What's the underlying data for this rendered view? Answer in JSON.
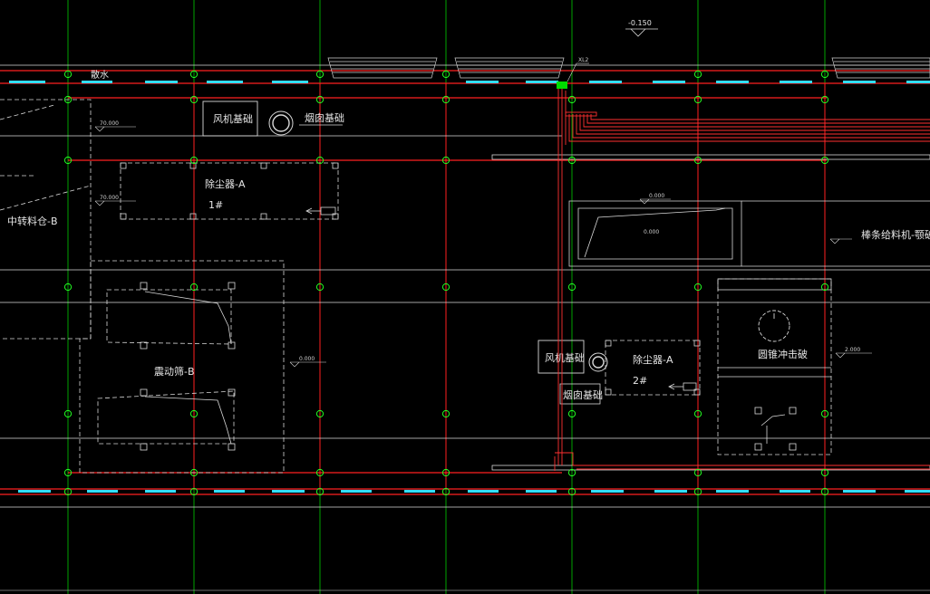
{
  "drawing": {
    "colors": {
      "background": "#000000",
      "grid_axis": "#00cc00",
      "wall": "#ff2020",
      "outline": "#d8d8d8",
      "window": "#33ddff",
      "duct": "#ff3030",
      "text": "#e6e6e6"
    },
    "labels": {
      "elevation": "-0.150",
      "drain": "散水",
      "fan_base_1": "风机基础",
      "chimney_base_1": "烟囱基础",
      "dust_collector_1": "除尘器-A",
      "dust_collector_1_no": "1#",
      "silo_b": "中转料仓-B",
      "vibrating_screen_b": "震动筛-B",
      "fan_base_2": "风机基础",
      "chimney_base_2": "烟囱基础",
      "dust_collector_2": "除尘器-A",
      "dust_collector_2_no": "2#",
      "feeder_crusher": "棒条给料机-颚破",
      "cone_crusher": "圆锥冲击破",
      "riser_tag": "XL2"
    },
    "small_notes": {
      "note_1": "70.000",
      "note_2": "70.000",
      "note_3": "0.000",
      "note_4": "0.000",
      "note_5": "0.000",
      "note_6": "2.000"
    },
    "icons": [
      "fan-circle-icon",
      "cone-crusher-circle-icon",
      "arrow-left-icon",
      "elevation-marker-icon"
    ]
  }
}
